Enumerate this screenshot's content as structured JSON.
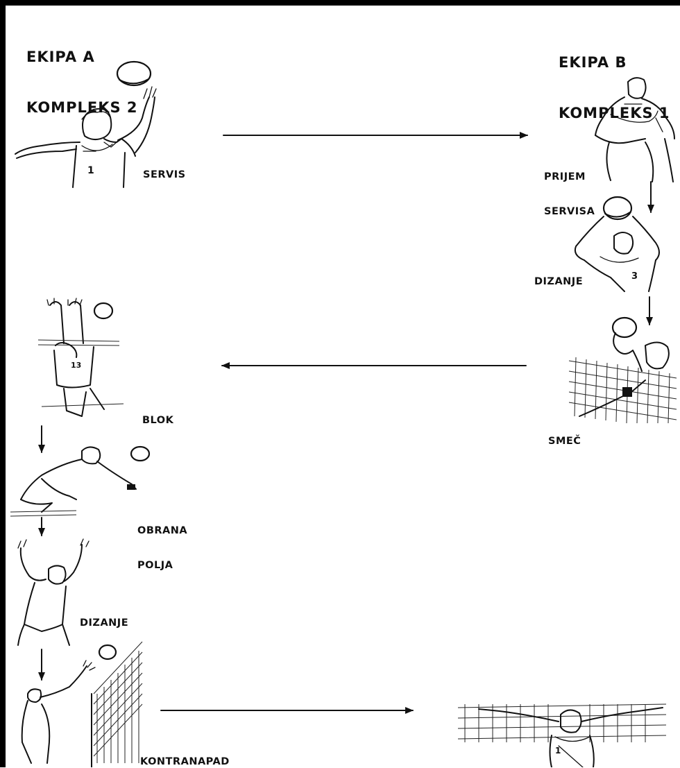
{
  "team_a": {
    "line1": "EKIPA A",
    "line2": "KOMPLEKS 2"
  },
  "team_b": {
    "line1": "EKIPA B",
    "line2": "KOMPLEKS 1"
  },
  "labels": {
    "servis": "SERVIS",
    "prijem_1": "PRIJEM",
    "prijem_2": "SERVISA",
    "dizanje_b": "DIZANJE",
    "smec": "SMEČ",
    "blok": "BLOK",
    "obrana_1": "OBRANA",
    "obrana_2": "POLJA",
    "dizanje_a": "DIZANJE",
    "kontranapad": "KONTRANAPAD"
  },
  "figure_numbers": {
    "servis": "1",
    "dizanje_b": "3",
    "blok": "13",
    "final": "1"
  },
  "colors": {
    "ink": "#111111",
    "frame": "#000000",
    "background": "#ffffff"
  },
  "icons": [
    "volleyball-icon",
    "player-figure",
    "net-figure",
    "arrow-right",
    "arrow-left",
    "arrow-down"
  ]
}
